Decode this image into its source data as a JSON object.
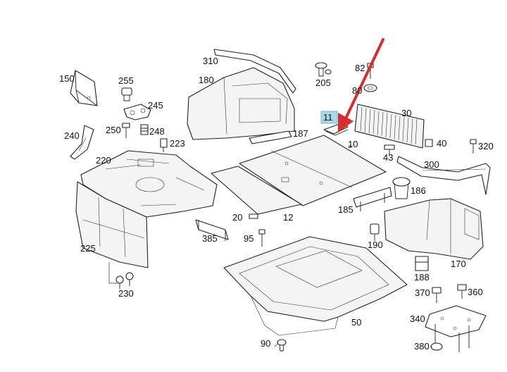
{
  "diagram": {
    "highlight_color": "#a8d8ea",
    "arrow_color": "#d62d2d",
    "callouts": [
      {
        "id": "150",
        "label": "150"
      },
      {
        "id": "255",
        "label": "255"
      },
      {
        "id": "245",
        "label": "245"
      },
      {
        "id": "250",
        "label": "250"
      },
      {
        "id": "248",
        "label": "248"
      },
      {
        "id": "240",
        "label": "240"
      },
      {
        "id": "223",
        "label": "223"
      },
      {
        "id": "220",
        "label": "220"
      },
      {
        "id": "225",
        "label": "225"
      },
      {
        "id": "230",
        "label": "230"
      },
      {
        "id": "310",
        "label": "310"
      },
      {
        "id": "180",
        "label": "180"
      },
      {
        "id": "205",
        "label": "205"
      },
      {
        "id": "82",
        "label": "82"
      },
      {
        "id": "80",
        "label": "80"
      },
      {
        "id": "11",
        "label": "11"
      },
      {
        "id": "30",
        "label": "30"
      },
      {
        "id": "187",
        "label": "187"
      },
      {
        "id": "10",
        "label": "10"
      },
      {
        "id": "43",
        "label": "43"
      },
      {
        "id": "40",
        "label": "40"
      },
      {
        "id": "320",
        "label": "320"
      },
      {
        "id": "300",
        "label": "300"
      },
      {
        "id": "186",
        "label": "186"
      },
      {
        "id": "185",
        "label": "185"
      },
      {
        "id": "20",
        "label": "20"
      },
      {
        "id": "12",
        "label": "12"
      },
      {
        "id": "385",
        "label": "385"
      },
      {
        "id": "95",
        "label": "95"
      },
      {
        "id": "190",
        "label": "190"
      },
      {
        "id": "170",
        "label": "170"
      },
      {
        "id": "188",
        "label": "188"
      },
      {
        "id": "370",
        "label": "370"
      },
      {
        "id": "360",
        "label": "360"
      },
      {
        "id": "340",
        "label": "340"
      },
      {
        "id": "50",
        "label": "50"
      },
      {
        "id": "90",
        "label": "90"
      },
      {
        "id": "380",
        "label": "380"
      }
    ]
  }
}
